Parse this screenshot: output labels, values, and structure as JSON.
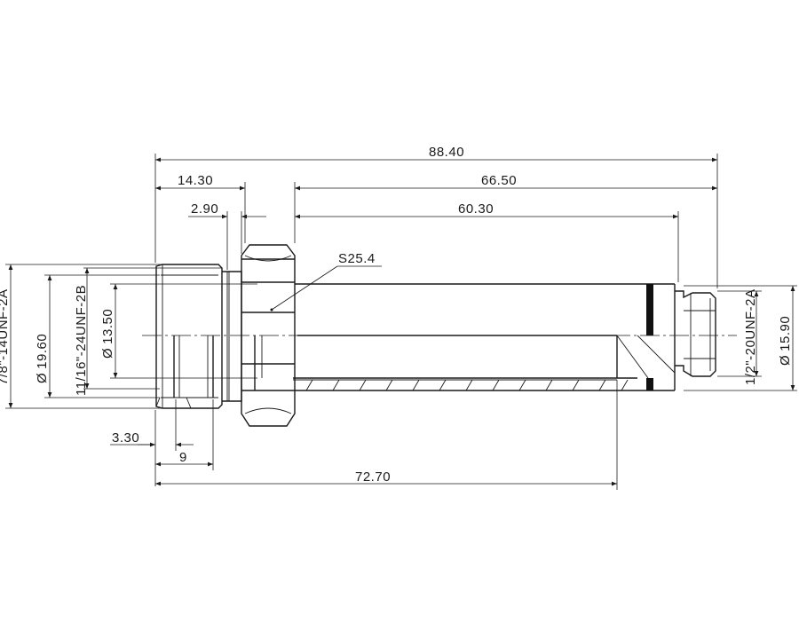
{
  "drawing": {
    "dimensions": {
      "overall_length": "88.40",
      "nut_end": "14.30",
      "small_gap": "2.90",
      "tube_length": "66.50",
      "tube_inner_length": "60.30",
      "hex_size": "S25.4",
      "dia_19_60": "19.60",
      "dia_13_50": "13.50",
      "dia_15_90": "15.90",
      "thread_left_outer": "7/8\"-14UNF-2A",
      "thread_left_inner": "11/16\"-24UNF-2B",
      "thread_right": "1/2\"-20UNF-2A",
      "groove": "3.30",
      "depth_9": "9",
      "bore_length": "72.70"
    },
    "symbols": {
      "diameter": "Ø"
    }
  }
}
